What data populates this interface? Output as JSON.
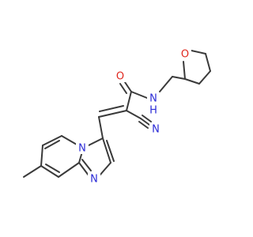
{
  "molecule": {
    "atoms": {
      "carbonyl_oxygen": "O",
      "amide_nitrogen": "N",
      "amide_hydrogen": "H",
      "ring_oxygen": "O",
      "nitrile_nitrogen": "N",
      "bridgehead_nitrogen": "N",
      "imidazole_nitrogen": "N"
    }
  },
  "colors": {
    "bond": "#3a3a3a",
    "nitrogen": "#2b2bd6",
    "oxygen": "#e0281f",
    "background": "#ffffff"
  }
}
